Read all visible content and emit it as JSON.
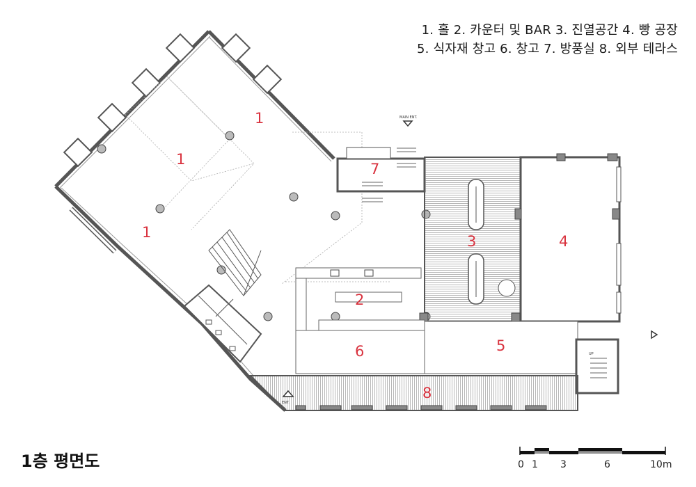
{
  "legend": {
    "line1": "1. 홀  2. 카운터 및 BAR  3. 진열공간  4. 빵 공장",
    "line2": "5. 식자재 창고  6. 창고  7. 방풍실  8. 외부 테라스"
  },
  "title": "1층 평면도",
  "rooms": {
    "hall_a": "1",
    "hall_b": "1",
    "hall_c": "1",
    "counter": "2",
    "display": "3",
    "bakery": "4",
    "storage_food": "5",
    "storage": "6",
    "windbreak": "7",
    "terrace": "8"
  },
  "annotations": {
    "main_ent": "MAIN ENT.",
    "ent": "ENT.",
    "up": "UP"
  },
  "scale": {
    "t0": "0",
    "t1": "1",
    "t3": "3",
    "t6": "6",
    "t10": "10m"
  }
}
